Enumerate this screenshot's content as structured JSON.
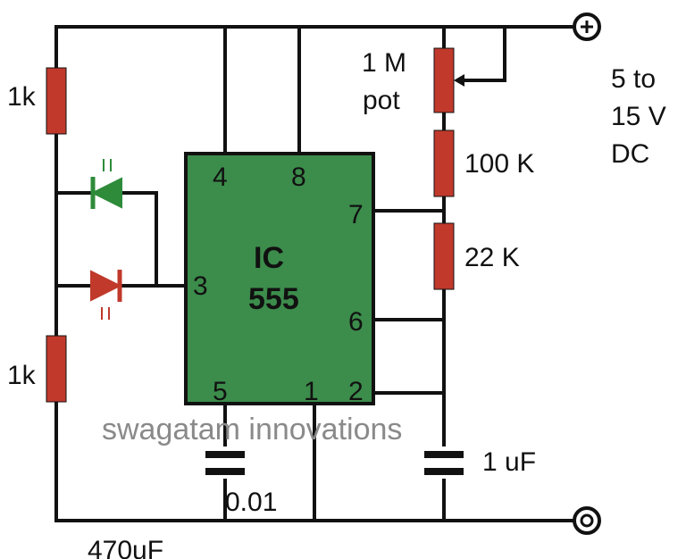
{
  "colors": {
    "wire": "#111111",
    "resistor": "#c0392b",
    "ic_body": "#3c8c4b",
    "led_green": "#2e8b3a",
    "led_red": "#c0392b",
    "capacitor": "#111111",
    "watermark": "#8a8a8a"
  },
  "icons": {
    "positive_terminal": "plus-circle",
    "ground_terminal": "double-circle"
  },
  "labels": {
    "r_top_left": "1k",
    "r_bottom_left": "1k",
    "pot_line1": "1 M",
    "pot_line2": "pot",
    "r_100k": "100 K",
    "r_22k": "22 K",
    "cap_timing": "1 uF",
    "cap_control": "0.01",
    "cap_bottom": "470uF",
    "supply_line1": "5 to",
    "supply_line2": "15 V",
    "supply_line3": "DC"
  },
  "ic": {
    "line1": "IC",
    "line2": "555",
    "pins": {
      "p4": "4",
      "p8": "8",
      "p7": "7",
      "p3": "3",
      "p6": "6",
      "p5": "5",
      "p1": "1",
      "p2": "2"
    }
  },
  "watermark": "swagatam innovations"
}
